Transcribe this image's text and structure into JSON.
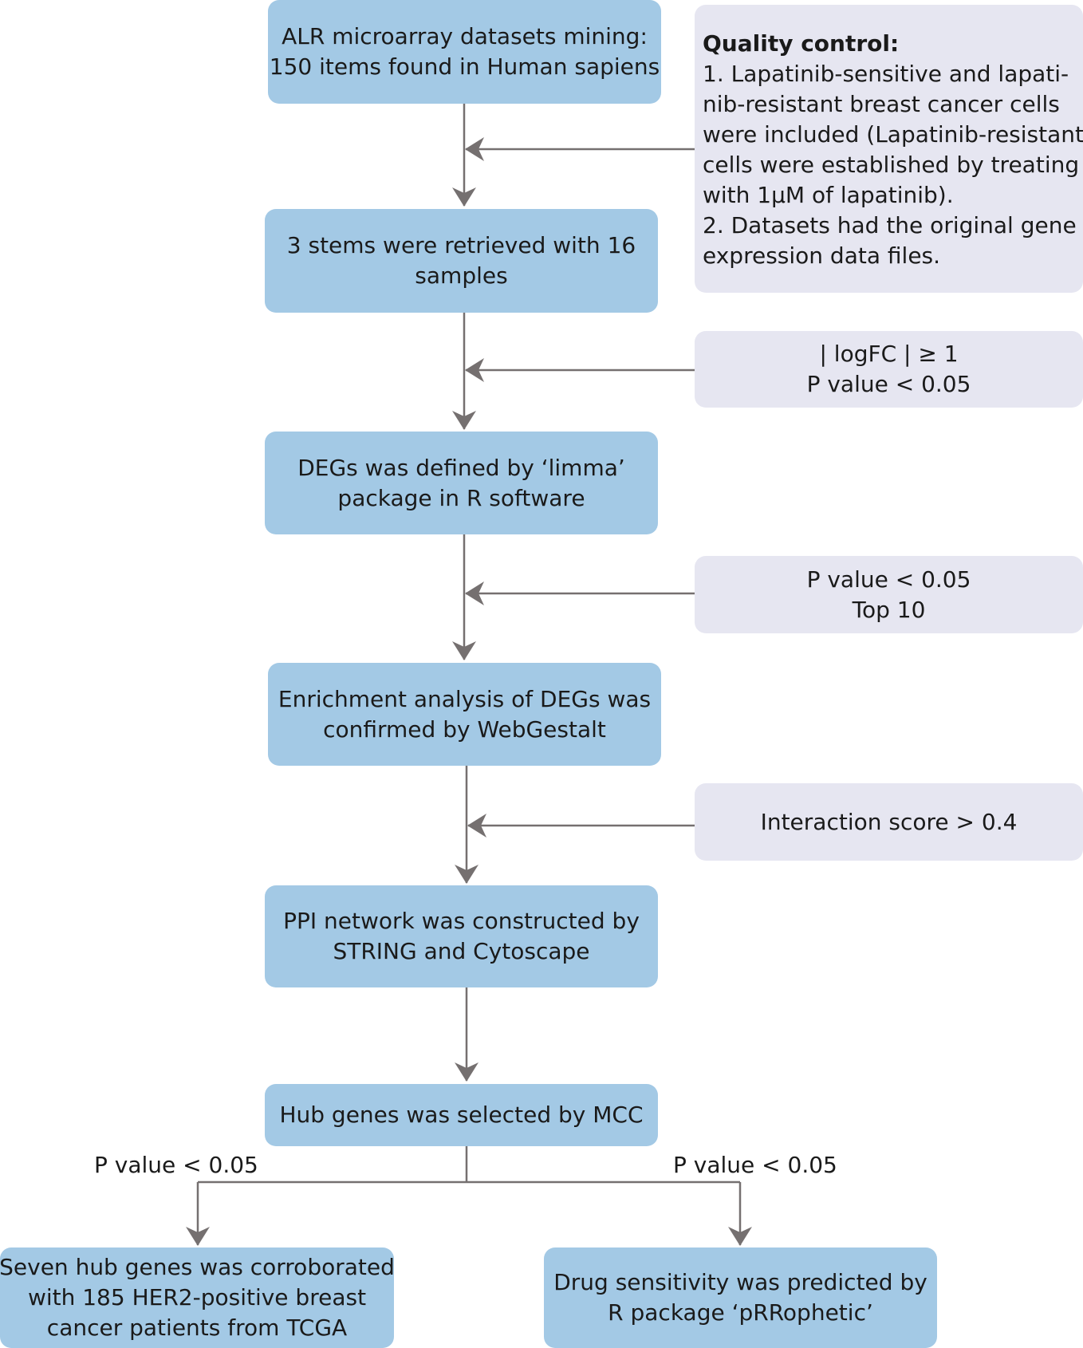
{
  "steps": {
    "mining": {
      "lines": [
        "ALR microarray datasets mining:",
        "150 items found in Human sapiens"
      ]
    },
    "retrieved": {
      "lines": [
        "3 stems were retrieved with 16",
        "samples"
      ]
    },
    "degs": {
      "lines": [
        "DEGs was defined by ‘limma’",
        "package in R software"
      ]
    },
    "enrichment": {
      "lines": [
        "Enrichment analysis of DEGs was",
        "confirmed by WebGestalt"
      ]
    },
    "ppi": {
      "lines": [
        "PPI network was constructed by",
        "STRING and Cytoscape"
      ]
    },
    "hub": {
      "lines": [
        "Hub genes was selected by MCC"
      ]
    },
    "seven": {
      "lines": [
        "Seven hub genes was corroborated",
        "with 185 HER2-positive breast",
        "cancer patients from TCGA"
      ]
    },
    "drug": {
      "lines": [
        "Drug sensitivity was predicted by",
        "R package ‘pRRophetic’"
      ]
    }
  },
  "criteria": {
    "quality": {
      "title": "Quality control:",
      "lines": [
        "1. Lapatinib-sensitive and lapati-",
        "nib-resistant breast cancer cells",
        "were included (Lapatinib-resistant",
        "cells were established by treating",
        "with 1μM of lapatinib).",
        "2. Datasets had the original gene",
        "expression data files."
      ]
    },
    "logfc": {
      "lines": [
        "| logFC | ≥ 1",
        "P value  <  0.05"
      ]
    },
    "top10": {
      "lines": [
        "P value  <  0.05",
        "Top 10"
      ]
    },
    "interaction": {
      "lines": [
        "Interaction score  >  0.4"
      ]
    }
  },
  "branch_labels": {
    "left": "P value  <  0.05",
    "right": "P value  <  0.05"
  },
  "colors": {
    "step_fill": "#a3c9e5",
    "criteria_fill": "#e6e6f1",
    "connector": "#757070"
  }
}
